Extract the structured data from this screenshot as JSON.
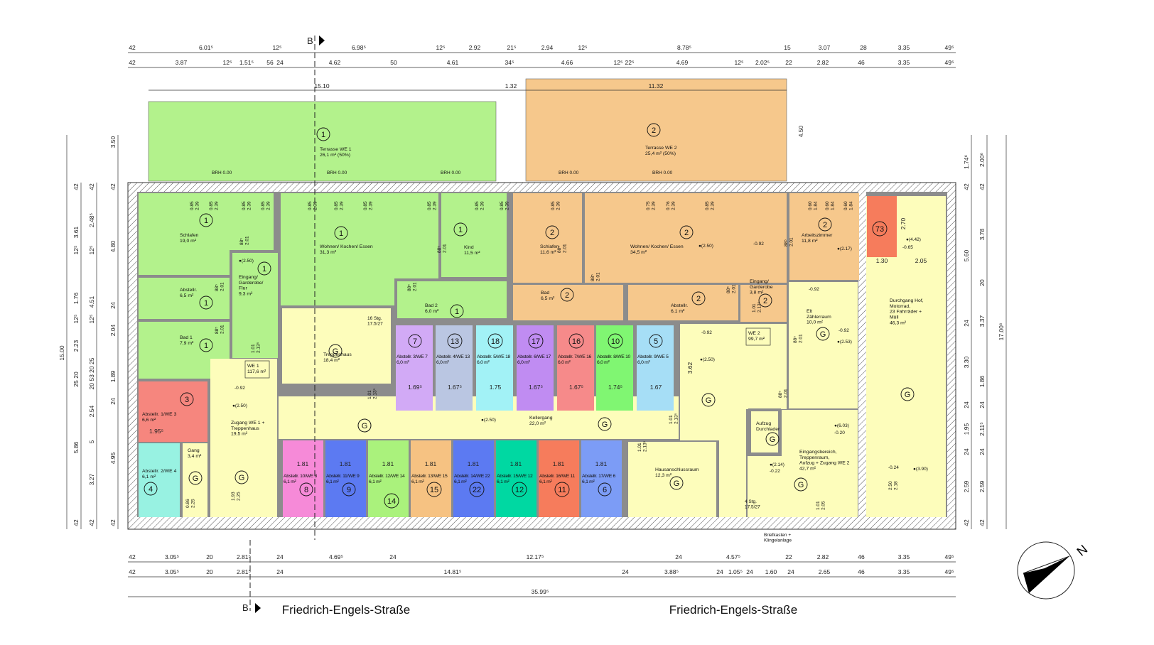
{
  "title": "Grundriss Erdgeschoss",
  "streets": [
    "Friedrich-Engels-Straße",
    "Friedrich-Engels-Straße"
  ],
  "section_markers": [
    "B",
    "B"
  ],
  "north_label": "N",
  "mailbox_label": "Briefkasten +\nKlingelanlage",
  "apartment_totals": [
    {
      "name": "WE 1",
      "area": "117,6 m²"
    },
    {
      "name": "WE 2",
      "area": "99,7 m²"
    }
  ],
  "colors": {
    "wall": "#8c8c8c",
    "we1": "#b3f28c",
    "we2": "#f6c88c",
    "common": "#fdfdbb"
  },
  "rooms": [
    {
      "name": "Terrasse WE 1",
      "area": "26,1 m² (50%)",
      "unit": "1",
      "color": "#b3f28c"
    },
    {
      "name": "Terrasse WE 2",
      "area": "25,4 m² (50%)",
      "unit": "2",
      "color": "#f6c88c"
    },
    {
      "name": "Schlafen",
      "area": "19,0 m²",
      "unit": "1",
      "color": "#b3f28c"
    },
    {
      "name": "Abstellr.",
      "area": "6,5 m²",
      "unit": "1",
      "color": "#b3f28c"
    },
    {
      "name": "Bad 1",
      "area": "7,9 m²",
      "unit": "1",
      "color": "#b3f28c"
    },
    {
      "name": "Eingang/\nGarderobe/\nFlur",
      "area": "9,3 m²",
      "unit": "1",
      "color": "#b3f28c"
    },
    {
      "name": "Wohnen/ Kochen/ Essen",
      "area": "31,3 m²",
      "unit": "1",
      "color": "#b3f28c"
    },
    {
      "name": "Kind",
      "area": "11,5 m²",
      "unit": "1",
      "color": "#b3f28c"
    },
    {
      "name": "Bad 2",
      "area": "6,0 m²",
      "unit": "1",
      "color": "#b3f28c"
    },
    {
      "name": "Schlafen",
      "area": "11,6 m²",
      "unit": "2",
      "color": "#f6c88c"
    },
    {
      "name": "Wohnen/ Kochen/ Essen",
      "area": "34,5 m²",
      "unit": "2",
      "color": "#f6c88c"
    },
    {
      "name": "Arbeitszimmer",
      "area": "11,8 m²",
      "unit": "2",
      "color": "#f6c88c"
    },
    {
      "name": "Bad",
      "area": "6,5 m²",
      "unit": "2",
      "color": "#f6c88c"
    },
    {
      "name": "Abstellr.",
      "area": "6,1 m²",
      "unit": "2",
      "color": "#f6c88c"
    },
    {
      "name": "Eingang/\nGarderobe",
      "area": "3,8 m²",
      "unit": "2",
      "color": "#f6c88c"
    },
    {
      "name": "Treppenhaus",
      "area": "18,4 m²",
      "unit": "G",
      "color": "#fdfdbb"
    },
    {
      "name": "Zugang WE 1 +\nTreppenhaus",
      "area": "19,5 m²",
      "unit": "G",
      "color": "#fdfdbb"
    },
    {
      "name": "Abstellr. 1/WE 3",
      "area": "6,6 m²",
      "unit": "3",
      "color": "#f6867e"
    },
    {
      "name": "Abstellr. 2/WE 4",
      "area": "6,1 m²",
      "unit": "4",
      "color": "#98f2e2"
    },
    {
      "name": "Gang",
      "area": "3,4 m²",
      "unit": "G",
      "color": "#fdfdbb"
    },
    {
      "name": "Kellergang",
      "area": "22,0 m²",
      "unit": "G",
      "color": "#fdfdbb"
    },
    {
      "name": "Abstellr. 3/WE 7",
      "area": "6,0 m²",
      "unit": "7",
      "color": "#d2aaf6",
      "width": "1.69⁵"
    },
    {
      "name": "Abstellr. 4/WE 13",
      "area": "6,0 m²",
      "unit": "13",
      "color": "#bac6e2",
      "width": "1.67⁵"
    },
    {
      "name": "Abstellr. 5/WE 18",
      "area": "6,0 m²",
      "unit": "18",
      "color": "#a2f2f6",
      "width": "1.75"
    },
    {
      "name": "Abstellr. 6/WE 17",
      "area": "6,0 m²",
      "unit": "17",
      "color": "#c08cf2",
      "width": "1.67⁵"
    },
    {
      "name": "Abstellr. 7/WE 16",
      "area": "6,0 m²",
      "unit": "16",
      "color": "#f68a8a",
      "width": "1.67⁵"
    },
    {
      "name": "Abstellr. 8/WE 10",
      "area": "6,0 m²",
      "unit": "10",
      "color": "#80f672",
      "width": "1.74⁵"
    },
    {
      "name": "Abstellr. 9/WE 5",
      "area": "6,0 m²",
      "unit": "5",
      "color": "#a6def6",
      "width": "1.67"
    },
    {
      "name": "Abstellr. 10/WE 8",
      "area": "6,1 m²",
      "unit": "8",
      "color": "#f68ad8",
      "width": "1.81"
    },
    {
      "name": "Abstellr. 11/WE 9",
      "area": "6,1 m²",
      "unit": "9",
      "color": "#5c7af2",
      "width": "1.81"
    },
    {
      "name": "Abstellr. 12/WE 14",
      "area": "6,1 m²",
      "unit": "14",
      "color": "#aaf27c",
      "width": "1.81"
    },
    {
      "name": "Abstellr. 13/WE 15",
      "area": "6,1 m²",
      "unit": "15",
      "color": "#f6c282",
      "width": "1.81"
    },
    {
      "name": "Abstellr. 14/WE 22",
      "area": "6,1 m²",
      "unit": "22",
      "color": "#5c7af2",
      "width": "1.81"
    },
    {
      "name": "Abstellr. 15/WE 12",
      "area": "6,1 m²",
      "unit": "12",
      "color": "#00d8a2",
      "width": "1.81"
    },
    {
      "name": "Abstellr. 16/WE 11",
      "area": "6,1 m²",
      "unit": "11",
      "color": "#f67c5c",
      "width": "1.81"
    },
    {
      "name": "Abstellr. 17/WE 6",
      "area": "6,1 m²",
      "unit": "6",
      "color": "#7c9cf6",
      "width": "1.81"
    },
    {
      "name": "Hausanschlussraum",
      "area": "12,3 m²",
      "unit": "G",
      "color": "#fdfdbb"
    },
    {
      "name": "Elt\nZählerraum",
      "area": "10,0 m²",
      "unit": "G",
      "color": "#fdfdbb"
    },
    {
      "name": "",
      "area": "",
      "unit": "G",
      "color": "#fdfdbb"
    },
    {
      "name": "Aufzug\nDurchlader",
      "area": "",
      "unit": "G",
      "color": "#fdfdbb"
    },
    {
      "name": "Eingangsbereich,\nTreppenraum,\nAufzug + Zugang WE 2",
      "area": "42,7 m²",
      "unit": "G",
      "color": "#fdfdbb"
    },
    {
      "name": "Durchgang Hof,\nMotorrad,\n23 Fahrräder +\nMüll",
      "area": "46,3 m²",
      "unit": "G",
      "color": "#fdfdbb"
    },
    {
      "name": "",
      "area": "",
      "unit": "73",
      "color": "#f67c5c"
    }
  ],
  "extra_unit_markers": [
    "G"
  ],
  "dimensions": {
    "top_row1": [
      "42",
      "6.01⁵",
      "12⁵",
      "6.98⁵",
      "12⁵",
      "2.92",
      "21⁵",
      "2.94",
      "12⁵",
      "8.78⁵",
      "15",
      "3.07",
      "28",
      "3.35",
      "49⁵"
    ],
    "top_row2": [
      "42",
      "3.87",
      "12⁵",
      "1.51⁵",
      "56",
      "24",
      "4.62",
      "50",
      "4.61",
      "34⁵",
      "4.66",
      "12⁵",
      "22⁵",
      "4.69",
      "12⁵",
      "2.02⁵",
      "22",
      "2.82",
      "46",
      "3.35",
      "49⁵"
    ],
    "top_row3": [
      "15.10",
      "1.32",
      "11.32"
    ],
    "bottom_row1": [
      "42",
      "3.05⁵",
      "20",
      "2.81⁵",
      "24",
      "4.69⁵",
      "24",
      "12.17⁵",
      "24",
      "4.57⁵",
      "22",
      "2.82",
      "46",
      "3.35",
      "49⁵"
    ],
    "bottom_row2": [
      "42",
      "3.05⁵",
      "20",
      "2.81⁵",
      "24",
      "14.81⁵",
      "24",
      "3.88⁵",
      "24",
      "1.05⁵",
      "24",
      "1.60",
      "24",
      "2.65",
      "46",
      "3.35",
      "49⁵"
    ],
    "bottom_row3": [
      "35.99⁵"
    ],
    "left_total": [
      "15.00"
    ],
    "left_col1": [
      "42",
      "3.61",
      "12⁵",
      "1.76",
      "12⁵",
      "2.23",
      "20",
      "25",
      "5.86",
      "42"
    ],
    "left_col2": [
      "42",
      "2.48⁵",
      "12⁵",
      "4.51",
      "12⁵",
      "20 53 20 25",
      "2.54",
      "5",
      "3.27",
      "42"
    ],
    "left_col3": [
      "3.50",
      "42",
      "4.80",
      "24",
      "2.04",
      "1.89",
      "24",
      "4.95",
      "42"
    ],
    "right_col1": [
      "1.74⁶",
      "42",
      "5.60",
      "24",
      "3.30",
      "24",
      "1.95",
      "24",
      "2.59",
      "42"
    ],
    "right_col2": [
      "2.00⁶",
      "42",
      "3.78",
      "20",
      "3.37",
      "1.86",
      "24",
      "2.11⁵",
      "24",
      "2.59",
      "42"
    ],
    "right_total": [
      "17.00⁶"
    ],
    "misc": [
      "4.50",
      "1.30",
      "2.05",
      "2.70",
      "3.62"
    ]
  },
  "annotations": [
    "BRH 0.00",
    "BRH 0.00",
    "BRH 0.00",
    "BRH 0.00",
    "BRH 0.00",
    "16 Stg.\n17.5/27",
    "4 Stg.\n17.5/27",
    "●(2.50)",
    "●(2.50)",
    "●(2.50)",
    "●(2.17)",
    "●(2.50)",
    "●(2.50)",
    "●(2.53)",
    "●(6.03)",
    "●(2.14)",
    "●(3.90)",
    "●(4.42)",
    "-0.92",
    "-0.92",
    "-0.92",
    "-0.92",
    "-0.92",
    "-0.20",
    "-0.22",
    "-0.24",
    "-0.65",
    "0.85\n2.39",
    "0.85\n2.39",
    "0.85\n2.39",
    "0.85\n2.39",
    "0.85\n2.39",
    "0.85\n2.39",
    "0.85\n2.39",
    "0.85\n2.39",
    "0.85\n2.39",
    "0.85\n2.39",
    "0.85\n2.39",
    "0.75\n2.39",
    "0.76\n2.39",
    "0.85\n2.39",
    "0.60\n1.84",
    "0.60\n1.84",
    "0.60\n1.84",
    "88⁵\n2.01",
    "88⁵\n2.01",
    "88⁵\n2.01",
    "88⁵\n2.01",
    "88⁵\n2.01",
    "88⁵\n2.01",
    "88⁵\n2.01",
    "88⁵\n2.01",
    "88⁵\n2.01",
    "88⁵\n2.01",
    "88⁵\n2.01",
    "1.01\n2.13⁵",
    "1.01\n2.13⁵",
    "1.01\n2.13⁵",
    "1.01\n2.13⁵",
    "1.01\n2.13⁵",
    "1.01\n2.05",
    "2.50\n2.18",
    "1.93\n2.25",
    "0.86\n2.25",
    "1.95⁵"
  ]
}
